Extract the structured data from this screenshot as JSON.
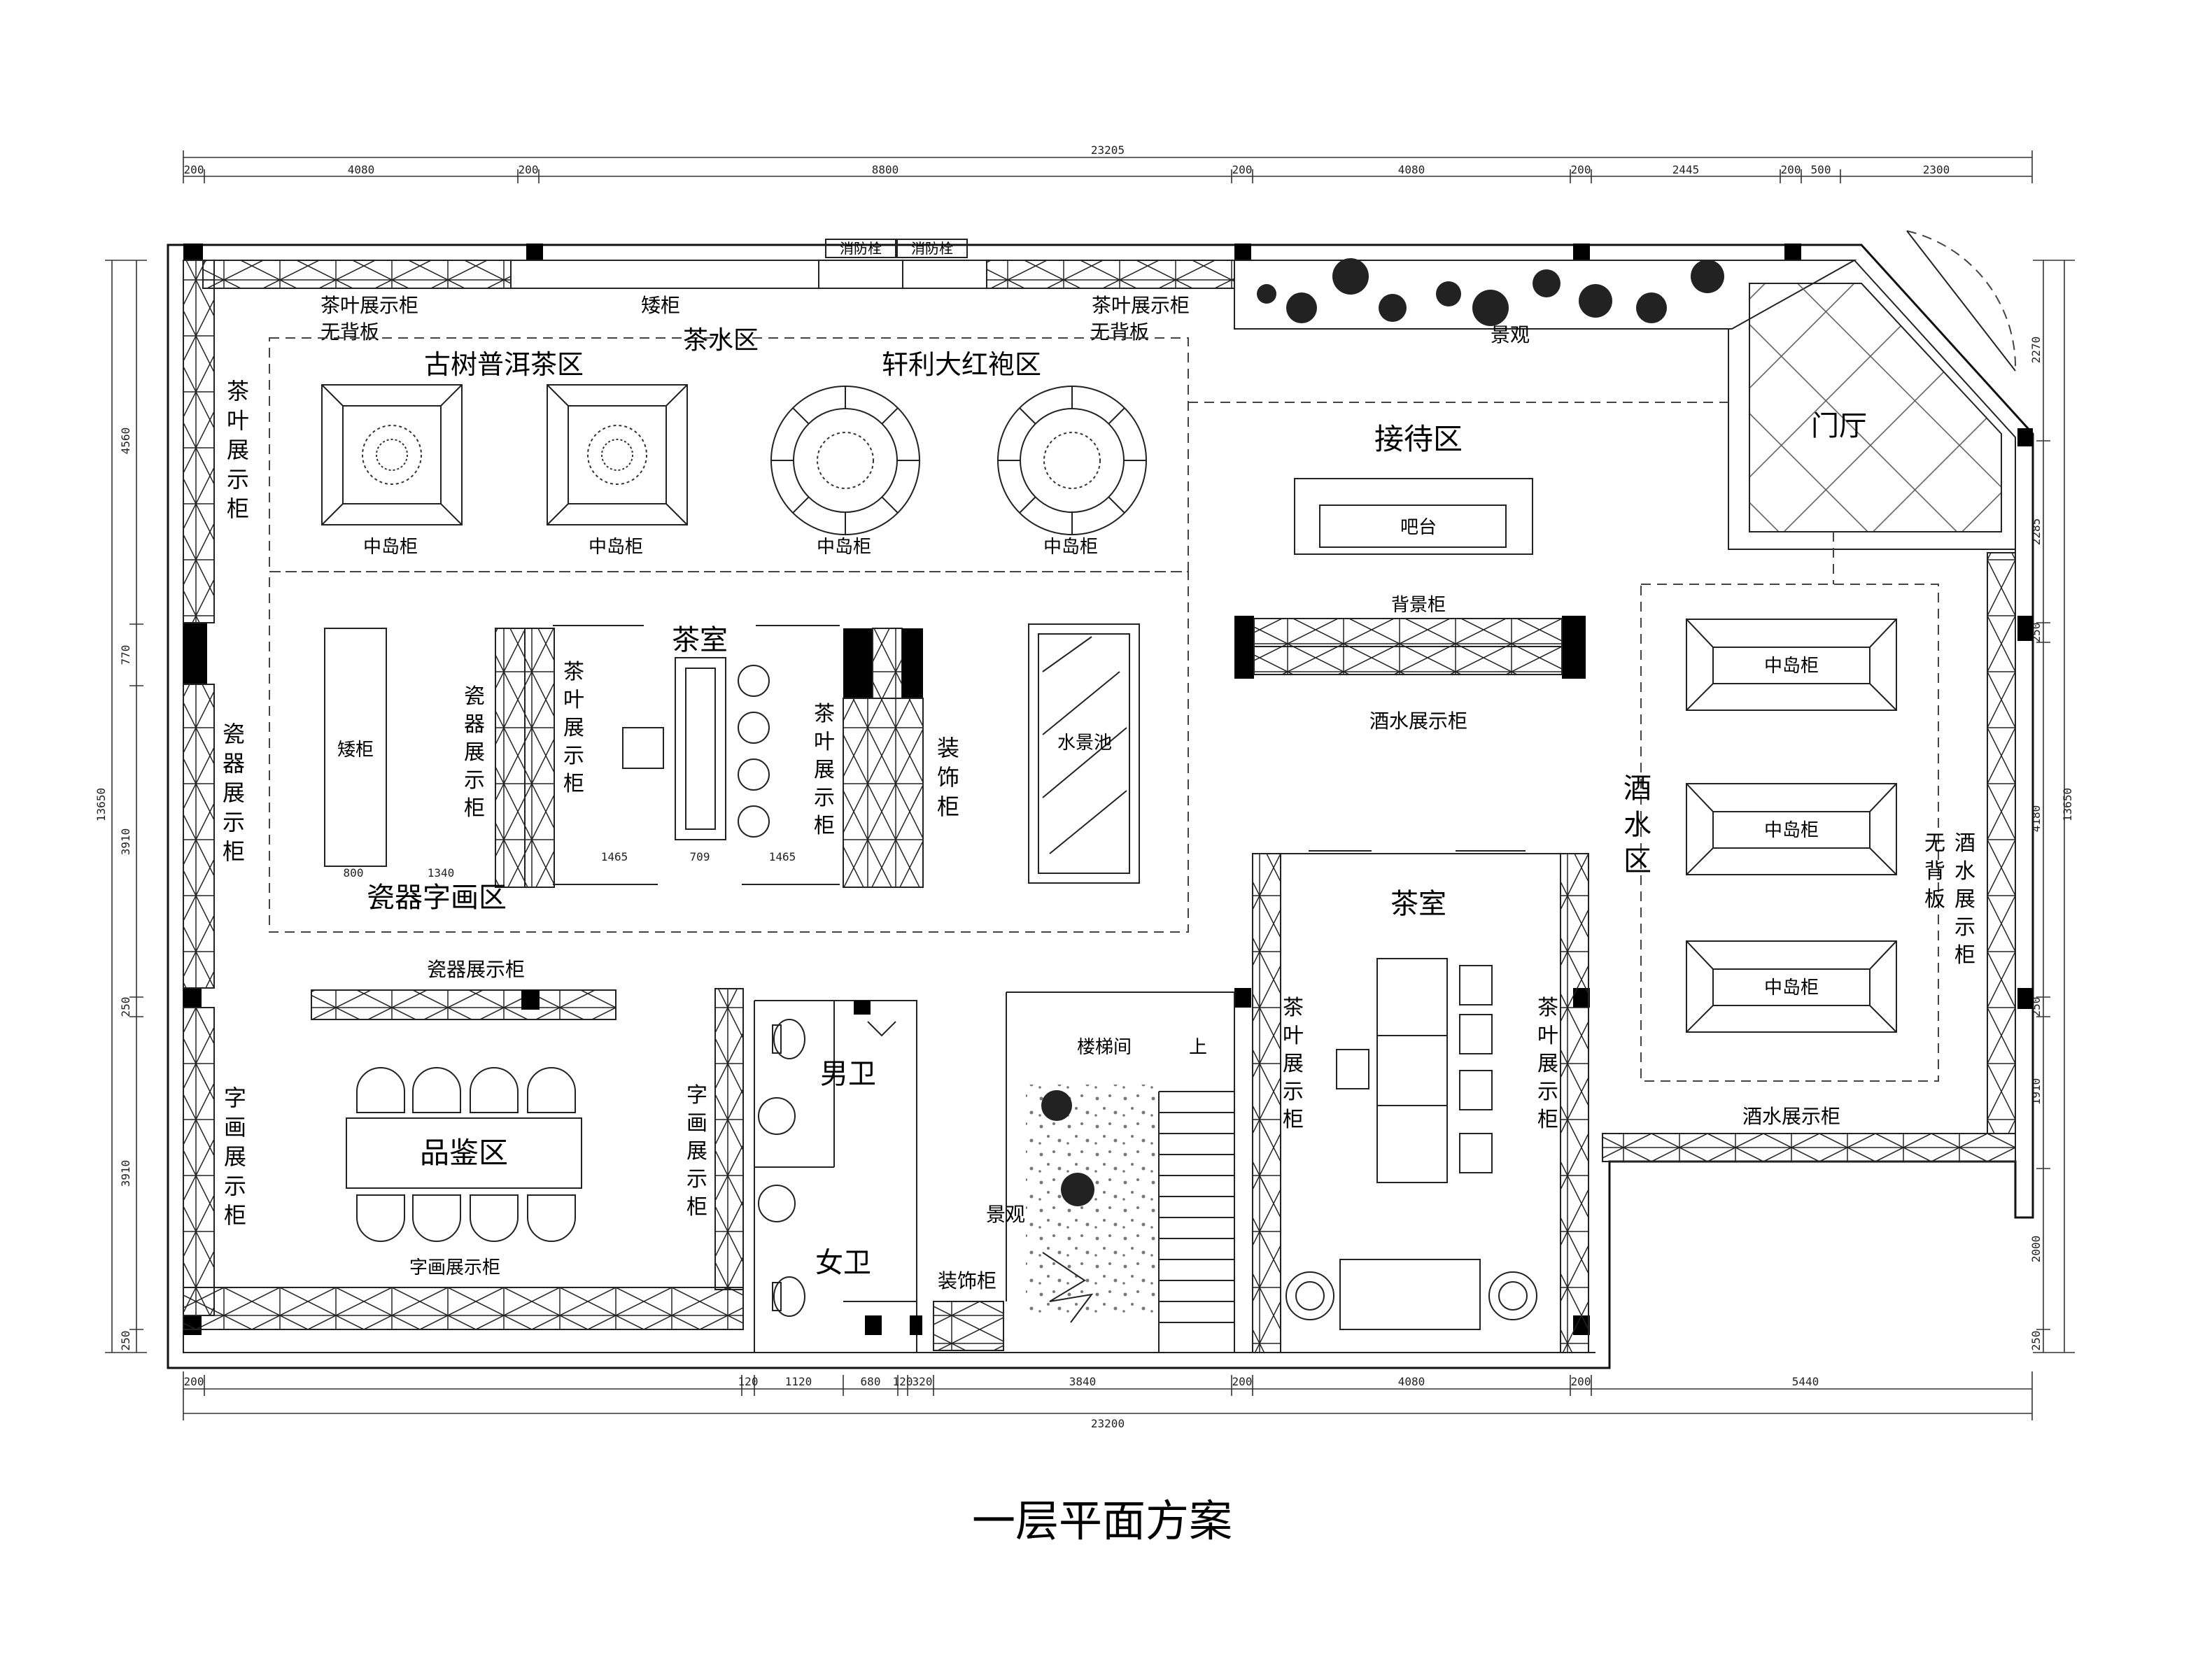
{
  "title": "一层平面方案",
  "dims_top_total": "23205",
  "dims_top": [
    "200",
    "4080",
    "200",
    "8800",
    "200",
    "4080",
    "200",
    "2445",
    "200",
    "500",
    "2300"
  ],
  "dims_bottom_total": "23200",
  "dims_bottom": [
    "200",
    "120",
    "1120",
    "680",
    "120",
    "320",
    "3840",
    "200",
    "4080",
    "200",
    "5440"
  ],
  "dims_left_total": "13650",
  "dims_left": [
    "4560",
    "770",
    "3910",
    "250",
    "3910",
    "250"
  ],
  "dims_right_total": "13650",
  "dims_right": [
    "2270",
    "2285",
    "250",
    "4180",
    "250",
    "1910",
    "2000",
    "250"
  ],
  "labels": {
    "hydrant1": "消防栓",
    "hydrant2": "消防栓",
    "tea_cab_top_left": "茶叶展示柜",
    "no_back_left": "无背板",
    "low_cab_top": "矮柜",
    "tea_cab_top_right": "茶叶展示柜",
    "no_back_right": "无背板",
    "tea_water_zone": "茶水区",
    "puer_zone": "古树普洱茶区",
    "dahongpao_zone": "轩利大红袍区",
    "island1": "中岛柜",
    "island2": "中岛柜",
    "island3": "中岛柜",
    "island4": "中岛柜",
    "landscape_top": "景观",
    "foyer": "门厅",
    "reception": "接待区",
    "bar": "吧台",
    "back_cab": "背景柜",
    "wine_cab_mid": "酒水展示柜",
    "wine_zone": "酒水区",
    "wine_island1": "中岛柜",
    "wine_island2": "中岛柜",
    "wine_island3": "中岛柜",
    "wine_cab_right": "酒水展示柜",
    "no_back_wine": "无背板",
    "wine_cab_bottom": "酒水展示柜",
    "tea_cab_left_wall": "茶叶展示柜",
    "porcelain_cab_left": "瓷器展示柜",
    "calligraphy_cab_left": "字画展示柜",
    "low_cab_mid": "矮柜",
    "porcelain_cab_mid": "瓷器展示柜",
    "tea_cab_tearoom_left": "茶叶展示柜",
    "tea_room1": "茶室",
    "tea_cab_tearoom_right": "茶叶展示柜",
    "deco_cab1": "装饰柜",
    "water_pool": "水景池",
    "dim_800": "800",
    "dim_1340": "1340",
    "dim_1465a": "1465",
    "dim_709": "709",
    "dim_1465b": "1465",
    "porcelain_calligraphy_zone": "瓷器字画区",
    "porcelain_cab_bottom": "瓷器展示柜",
    "tasting_zone": "品鉴区",
    "calligraphy_cab_bottom": "字画展示柜",
    "calligraphy_cab_mid": "字画展示柜",
    "mens_wc": "男卫",
    "womens_wc": "女卫",
    "deco_cab2": "装饰柜",
    "stair": "楼梯间",
    "up": "上",
    "landscape_stair": "景观",
    "tea_room2": "茶室",
    "tea_cab_room2_left": "茶叶展示柜",
    "tea_cab_room2_right": "茶叶展示柜"
  }
}
